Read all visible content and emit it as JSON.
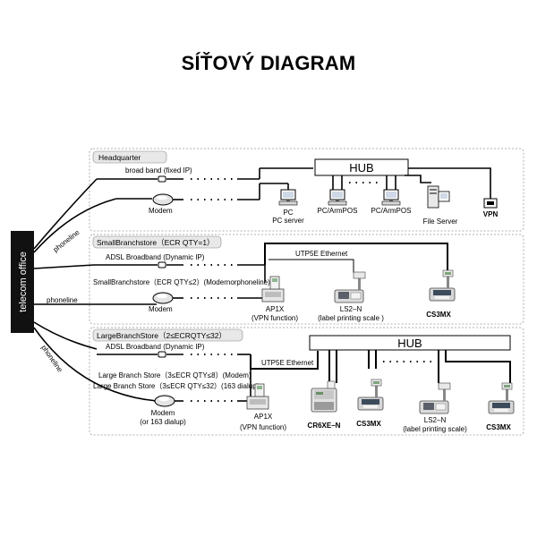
{
  "title": "SÍŤOVÝ DIAGRAM",
  "telecom": "telecom office",
  "phoneline": "phoneline",
  "headquarter": {
    "title": "Headquarter",
    "broadband": "broad band (fixed IP)",
    "modem": "Modem",
    "hub": "HUB",
    "pc1": "PC",
    "pc_server": "PC server",
    "pos1": "PC/ArmPOS",
    "pos2": "PC/ArmPOS",
    "file_server": "File Server",
    "vpn": "VPN"
  },
  "small_branch": {
    "title": "SmallBranchstore（ECR QTY=1）",
    "adsl": "ADSL  Broadband (Dynamic IP)",
    "small_store": "SmallBranchstore（ECR QTY≤2）(Modernorphoneline)",
    "modem": "Modem",
    "ethernet": "UTP5E Ethernet",
    "ap1x": "AP1X",
    "ap1x_sub": "(VPN function)",
    "ls2n": "LS2–N",
    "ls2n_sub": "(label printing scale )",
    "cs3mx": "CS3MX"
  },
  "large_branch": {
    "title": "LargeBranchStore（2≤ECRQTY≤32）",
    "adsl": "ADSL  Broadband (Dynamic IP)",
    "ethernet": "UTP5E Ethernet",
    "hub": "HUB",
    "large_store1": "Large Branch Store（3≤ECR QTY≤8）(Modem)",
    "large_store2": "Large Branch Store（3≤ECR QTY≤32）(163 dialup)",
    "modem": "Modem",
    "modem_sub": "(or 163 dialup)",
    "ap1x": "AP1X",
    "ap1x_sub": "(VPN function)",
    "cr6xe": "CR6XE–N",
    "cs3mx1": "CS3MX",
    "ls2n": "LS2–N",
    "ls2n_sub": "(label printing scale)",
    "cs3mx2": "CS3MX"
  }
}
